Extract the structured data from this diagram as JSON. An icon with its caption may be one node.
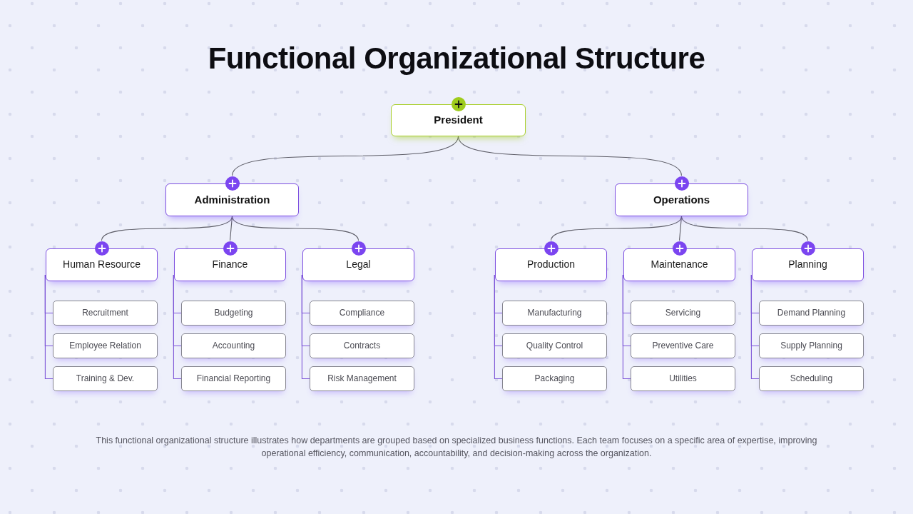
{
  "diagram": {
    "title": "Functional Organizational Structure",
    "caption": "This functional organizational structure illustrates how departments are grouped based on specialized business functions. Each team focuses on a specific area of expertise, improving operational efficiency, communication, accountability, and decision-making across the organization.",
    "nodes": [
      {
        "text": [
          "President"
        ]
      },
      {
        "text": [
          "Administration"
        ]
      },
      {
        "text": [
          "Operations"
        ]
      },
      {
        "text": [
          "Human Resource"
        ]
      },
      {
        "text": [
          "Finance"
        ]
      },
      {
        "text": [
          "Legal"
        ]
      },
      {
        "text": [
          "Production"
        ]
      },
      {
        "text": [
          "Maintenance"
        ]
      },
      {
        "text": [
          "Planning"
        ]
      },
      {
        "text": [
          "Recruitment"
        ]
      },
      {
        "text": [
          "Employee Relation"
        ]
      },
      {
        "text": [
          "Training & Dev."
        ]
      },
      {
        "text": [
          "Budgeting"
        ]
      },
      {
        "text": [
          "Accounting"
        ]
      },
      {
        "text": [
          "Financial Reporting"
        ]
      },
      {
        "text": [
          "Compliance"
        ]
      },
      {
        "text": [
          "Contracts"
        ]
      },
      {
        "text": [
          "Risk Management"
        ]
      },
      {
        "text": [
          "Manufacturing"
        ]
      },
      {
        "text": [
          "Quality Control"
        ]
      },
      {
        "text": [
          "Packaging"
        ]
      },
      {
        "text": [
          "Servicing"
        ]
      },
      {
        "text": [
          "Preventive Care"
        ]
      },
      {
        "text": [
          "Utilities"
        ]
      },
      {
        "text": [
          "Demand Planning"
        ]
      },
      {
        "text": [
          "Supply Planning"
        ]
      },
      {
        "text": [
          "Scheduling"
        ]
      }
    ],
    "edges": [
      {
        "from": 0,
        "to": 1,
        "arrow": "none",
        "color": "#5c5c66"
      },
      {
        "from": 0,
        "to": 2,
        "arrow": "none",
        "color": "#5c5c66"
      },
      {
        "from": 1,
        "to": 3,
        "arrow": "none",
        "color": "#5c5c66"
      },
      {
        "from": 1,
        "to": 4,
        "arrow": "none",
        "color": "#5c5c66"
      },
      {
        "from": 1,
        "to": 5,
        "arrow": "none",
        "color": "#5c5c66"
      },
      {
        "from": 2,
        "to": 6,
        "arrow": "none",
        "color": "#5c5c66"
      },
      {
        "from": 2,
        "to": 7,
        "arrow": "none",
        "color": "#5c5c66"
      },
      {
        "from": 2,
        "to": 8,
        "arrow": "none",
        "color": "#5c5c66"
      },
      {
        "from": 3,
        "to": 9,
        "arrow": "none"
      },
      {
        "from": 3,
        "to": 10,
        "arrow": "none"
      },
      {
        "from": 3,
        "to": 11,
        "arrow": "none"
      },
      {
        "from": 4,
        "to": 12,
        "arrow": "none"
      },
      {
        "from": 4,
        "to": 13,
        "arrow": "none"
      },
      {
        "from": 4,
        "to": 14,
        "arrow": "none"
      },
      {
        "from": 5,
        "to": 15,
        "arrow": "none"
      },
      {
        "from": 5,
        "to": 16,
        "arrow": "none"
      },
      {
        "from": 5,
        "to": 17,
        "arrow": "none"
      },
      {
        "from": 6,
        "to": 18,
        "arrow": "none"
      },
      {
        "from": 6,
        "to": 19,
        "arrow": "none"
      },
      {
        "from": 6,
        "to": 20,
        "arrow": "none"
      },
      {
        "from": 7,
        "to": 21,
        "arrow": "none"
      },
      {
        "from": 7,
        "to": 22,
        "arrow": "none"
      },
      {
        "from": 7,
        "to": 23,
        "arrow": "none"
      },
      {
        "from": 8,
        "to": 24,
        "arrow": "none"
      },
      {
        "from": 8,
        "to": 25,
        "arrow": "none"
      },
      {
        "from": 8,
        "to": 26,
        "arrow": "none"
      }
    ]
  }
}
